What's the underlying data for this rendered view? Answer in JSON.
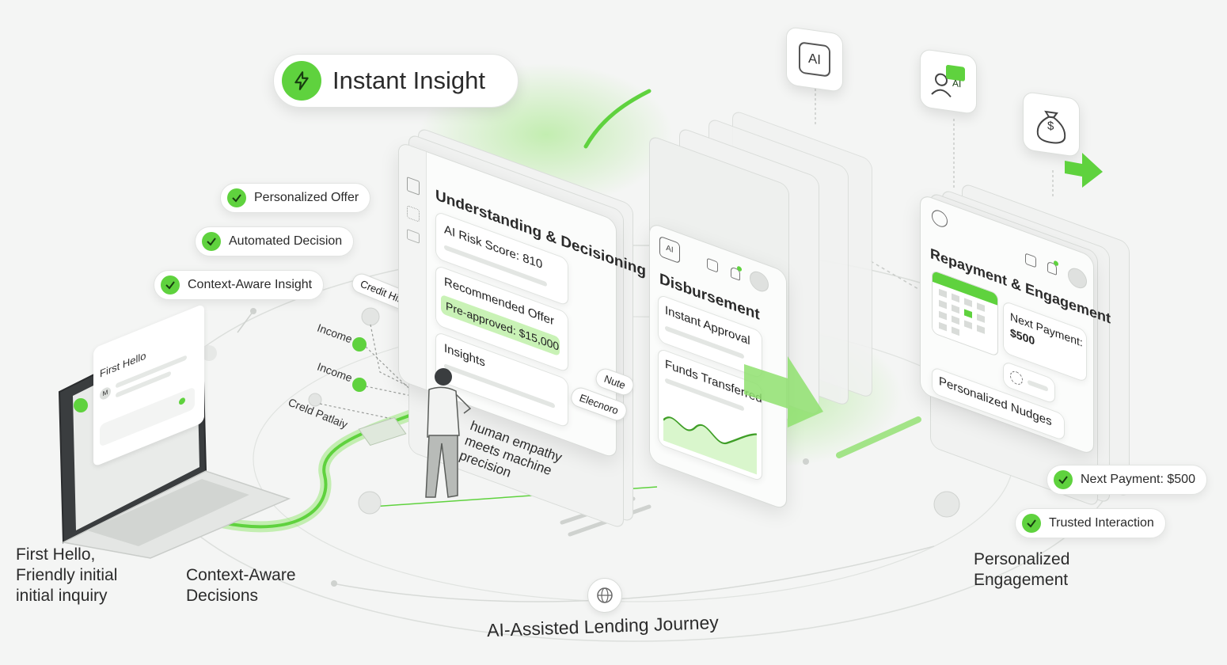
{
  "header": {
    "title": "Instant Insight"
  },
  "features_left": [
    "Personalized Offer",
    "Automated Decision",
    "Context-Aware Insight"
  ],
  "laptop": {
    "chat_title": "First Hello",
    "avatar_letter": "M"
  },
  "data_sources": {
    "credit_history": "Credit History",
    "income_1": "Income",
    "income_2": "Income",
    "credit": "Creld Patlaiy",
    "nute": "Nute",
    "elecnoro": "Elecnoro"
  },
  "decision_panel": {
    "title": "Understanding & Decisioning",
    "risk_score": "AI Risk Score: 810",
    "offer_title": "Recommended Offer",
    "offer_value": "Pre-approved: $15,000",
    "insights": "Insights"
  },
  "tagline": "human empathy meets machine precision",
  "disbursement_panel": {
    "ai_badge": "AI",
    "title": "Disbursement",
    "approval": "Instant Approval",
    "funds": "Funds Transferred"
  },
  "repayment_panel": {
    "title": "Repayment & Engagement",
    "next_payment_label": "Next Payment:",
    "next_payment_value": "$500",
    "nudges": "Personalized Nudges"
  },
  "icons": {
    "ai_chip": "AI",
    "ai_chat": "AI",
    "money_bag": "$"
  },
  "features_right": [
    "Next Payment: $500",
    "Trusted Interaction"
  ],
  "captions": {
    "first_hello": "First Hello, Friendly initial initial inquiry",
    "context_aware": "Context-Aware Decisions",
    "personalized": "Personalized Engagement",
    "journey": "AI-Assisted Lending Journey"
  },
  "colors": {
    "accent": "#5fd23e",
    "accent_light": "#c9f2b6",
    "panel": "#fbfcfb",
    "text": "#222222"
  }
}
